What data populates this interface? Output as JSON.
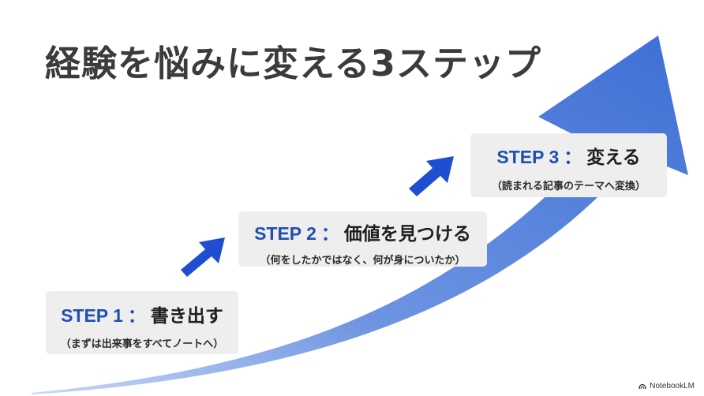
{
  "title": "経験を悩みに変える3ステップ",
  "steps": [
    {
      "num": "STEP 1",
      "colon": "：",
      "label": "書き出す",
      "sub": "（まずは出来事をすべてノートへ）"
    },
    {
      "num": "STEP 2",
      "colon": "：",
      "label": "価値を見つける",
      "sub": "（何をしたかではなく、何が身についたか）"
    },
    {
      "num": "STEP 3",
      "colon": "：",
      "label": "変える",
      "sub": "（読まれる記事のテーマへ変換）"
    }
  ],
  "footer": {
    "brand": "NotebookLM",
    "icon": "notebooklm-logo-icon"
  },
  "colors": {
    "accent": "#1f4fb4",
    "arrow": "#4a78d8",
    "small_arrow": "#1f4fd0",
    "box": "#eeeeee",
    "title": "#3b3b3b"
  }
}
